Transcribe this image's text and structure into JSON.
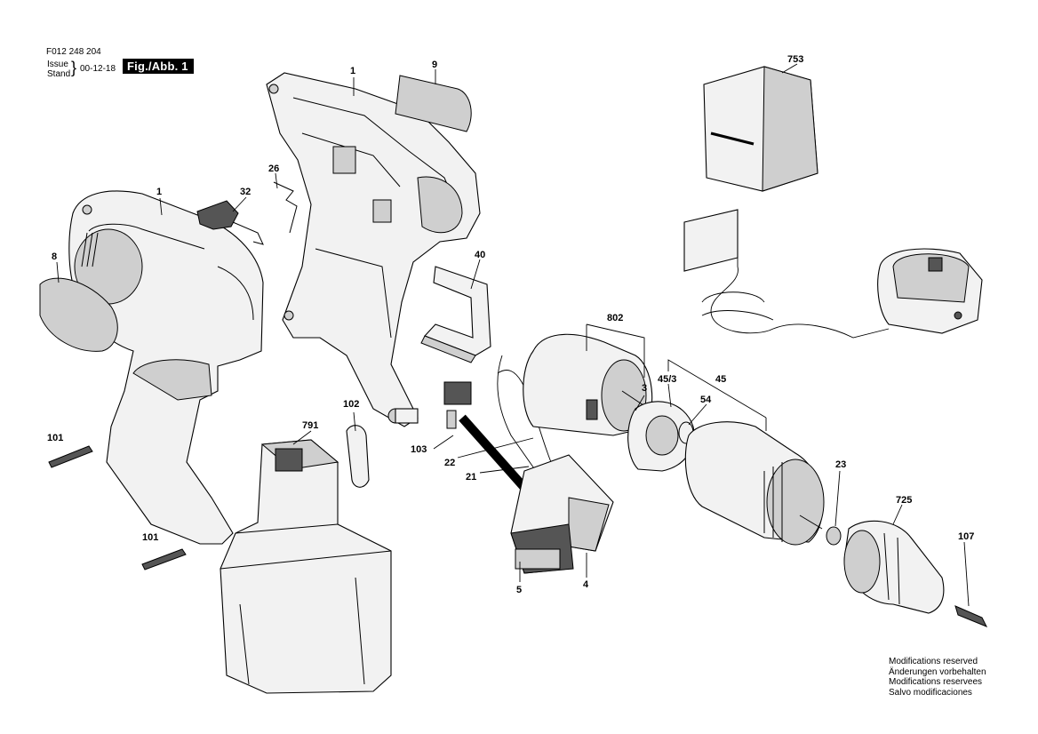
{
  "header": {
    "doc_number": "F012 248 204",
    "issue_label": "Issue",
    "stand_label": "Stand",
    "date": "00-12-18",
    "figure_label": "Fig./Abb. 1"
  },
  "notes": [
    "Modifications reserved",
    "Änderungen vorbehalten",
    "Modifications reservees",
    "Salvo modificaciones"
  ],
  "parts": {
    "p1a": "1",
    "p1b": "1",
    "p9": "9",
    "p26": "26",
    "p32": "32",
    "p8": "8",
    "p40": "40",
    "p802": "802",
    "p3": "3",
    "p45_3": "45/3",
    "p45": "45",
    "p54": "54",
    "p102": "102",
    "p791": "791",
    "p103": "103",
    "p22": "22",
    "p21": "21",
    "p101a": "101",
    "p101b": "101",
    "p5": "5",
    "p4": "4",
    "p23": "23",
    "p725": "725",
    "p107": "107",
    "p753": "753"
  }
}
